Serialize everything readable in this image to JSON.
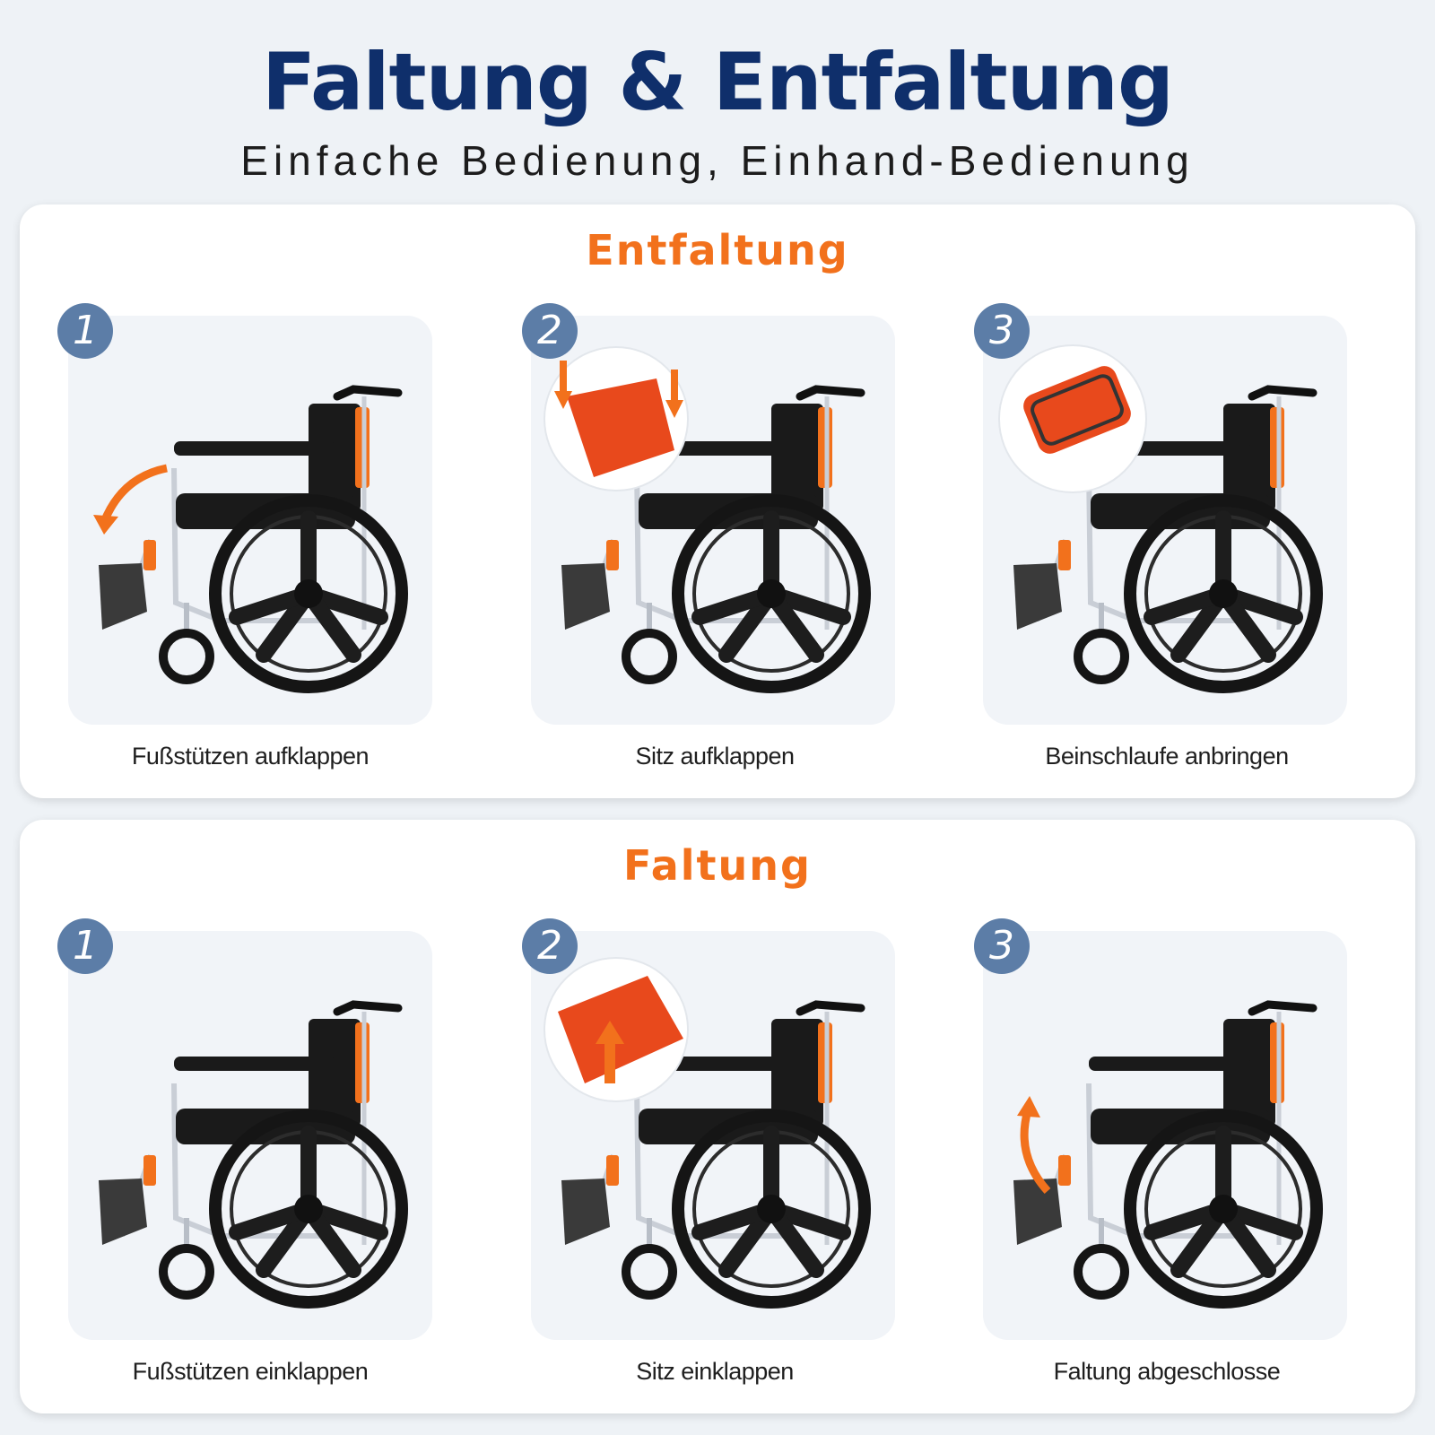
{
  "header": {
    "title": "Faltung & Entfaltung",
    "subtitle": "Einfache Bedienung, Einhand-Bedienung"
  },
  "colors": {
    "title": "#0f2f6b",
    "section_heading": "#f2711c",
    "badge": "#5c7da7",
    "accent_orange": "#f2711c"
  },
  "sections": [
    {
      "heading": "Entfaltung",
      "steps": [
        {
          "number": "1",
          "caption": "Fußstützen aufklappen",
          "icon": "wheelchair-footrest-unfold"
        },
        {
          "number": "2",
          "caption": "Sitz aufklappen",
          "icon": "wheelchair-seat-unfold"
        },
        {
          "number": "3",
          "caption": "Beinschlaufe anbringen",
          "icon": "wheelchair-leg-strap"
        }
      ]
    },
    {
      "heading": "Faltung",
      "steps": [
        {
          "number": "1",
          "caption": "Fußstützen einklappen",
          "icon": "wheelchair-footrest-fold"
        },
        {
          "number": "2",
          "caption": "Sitz einklappen",
          "icon": "wheelchair-seat-fold"
        },
        {
          "number": "3",
          "caption": "Faltung abgeschlosse",
          "icon": "wheelchair-folded"
        }
      ]
    }
  ]
}
